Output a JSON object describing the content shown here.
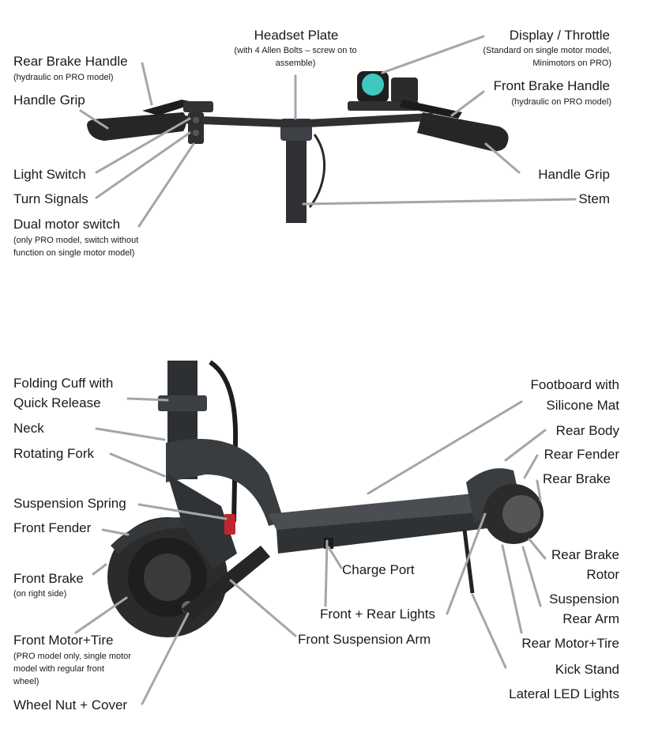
{
  "handlebar": {
    "headset_plate": {
      "title": "Headset Plate",
      "note": "(with 4 Allen Bolts – screw on to assemble)"
    },
    "display_throttle": {
      "title": "Display / Throttle",
      "note": "(Standard on single motor model, Minimotors on PRO)"
    },
    "rear_brake_handle": {
      "title": "Rear Brake Handle",
      "note": "(hydraulic on PRO model)"
    },
    "front_brake_handle": {
      "title": "Front Brake Handle",
      "note": "(hydraulic on PRO model)"
    },
    "handle_grip_left": "Handle Grip",
    "handle_grip_right": "Handle Grip",
    "light_switch": "Light Switch",
    "turn_signals": "Turn Signals",
    "stem": "Stem",
    "dual_motor_switch": {
      "title": "Dual motor switch",
      "note": "(only PRO model, switch without function on single motor model)"
    }
  },
  "scooter": {
    "folding_cuff": {
      "line1": "Folding Cuff with",
      "line2": "Quick Release"
    },
    "neck": "Neck",
    "rotating_fork": "Rotating Fork",
    "suspension_spring": "Suspension Spring",
    "front_fender": "Front Fender",
    "front_brake": {
      "title": "Front Brake",
      "note": "(on right side)"
    },
    "front_motor_tire": {
      "title": "Front Motor+Tire",
      "note": "(PRO model only, single motor model with regular front wheel)"
    },
    "wheel_nut_cover": "Wheel Nut + Cover",
    "charge_port": "Charge Port",
    "front_rear_lights": "Front + Rear Lights",
    "front_suspension_arm": "Front Suspension Arm",
    "footboard": {
      "line1": "Footboard with",
      "line2": "Silicone Mat"
    },
    "rear_body": "Rear Body",
    "rear_fender": "Rear Fender",
    "rear_brake": "Rear Brake",
    "rear_brake_rotor": {
      "line1": "Rear Brake",
      "line2": "Rotor"
    },
    "suspension_rear_arm": {
      "line1": "Suspension",
      "line2": "Rear Arm"
    },
    "rear_motor_tire": "Rear Motor+Tire",
    "kick_stand": "Kick Stand",
    "lateral_led_lights": "Lateral LED Lights"
  },
  "colors": {
    "leader_line": "#a6a6a6",
    "scooter_body": "#3a3d40",
    "tire": "#2b2b2b",
    "display": "#3fc8c0",
    "accent_red": "#c0272d"
  }
}
